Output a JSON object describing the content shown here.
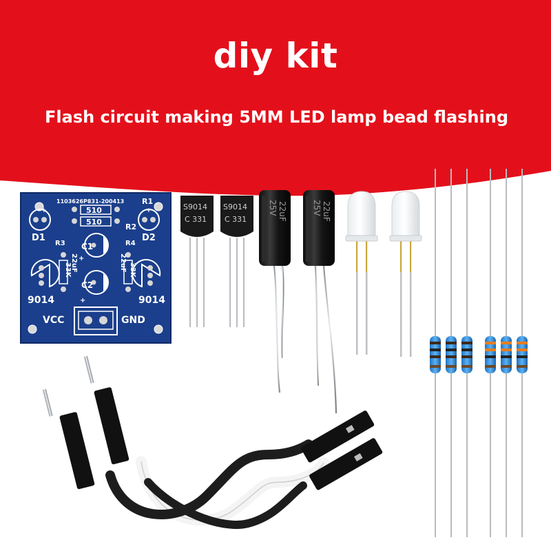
{
  "header": {
    "title": "diy kit",
    "subtitle": "Flash circuit making 5MM LED lamp bead flashing"
  },
  "colors": {
    "banner_red": "#e3101b",
    "pcb_blue": "#1b3f8c",
    "background": "#ffffff"
  },
  "pcb": {
    "serial": "1103626P831-200413",
    "labels": {
      "r1": "R1",
      "r2": "R2",
      "r3": "R3",
      "r4": "R4",
      "r_top": "510",
      "r_bottom": "510",
      "d1": "D1",
      "d2": "D2",
      "c1": "C1",
      "c2": "C2",
      "cap_left": "22uF",
      "cap_right": "22uF",
      "r3_value": "33K",
      "r4_value": "33K",
      "q_left": "9014",
      "q_right": "9014",
      "vcc": "VCC",
      "gnd": "GND"
    }
  },
  "transistors": [
    {
      "line1": "S9014",
      "line2": "C 331"
    },
    {
      "line1": "S9014",
      "line2": "C 331"
    }
  ],
  "capacitors": [
    {
      "voltage": "25V",
      "capacitance": "22uF"
    },
    {
      "voltage": "25V",
      "capacitance": "22uF"
    }
  ]
}
